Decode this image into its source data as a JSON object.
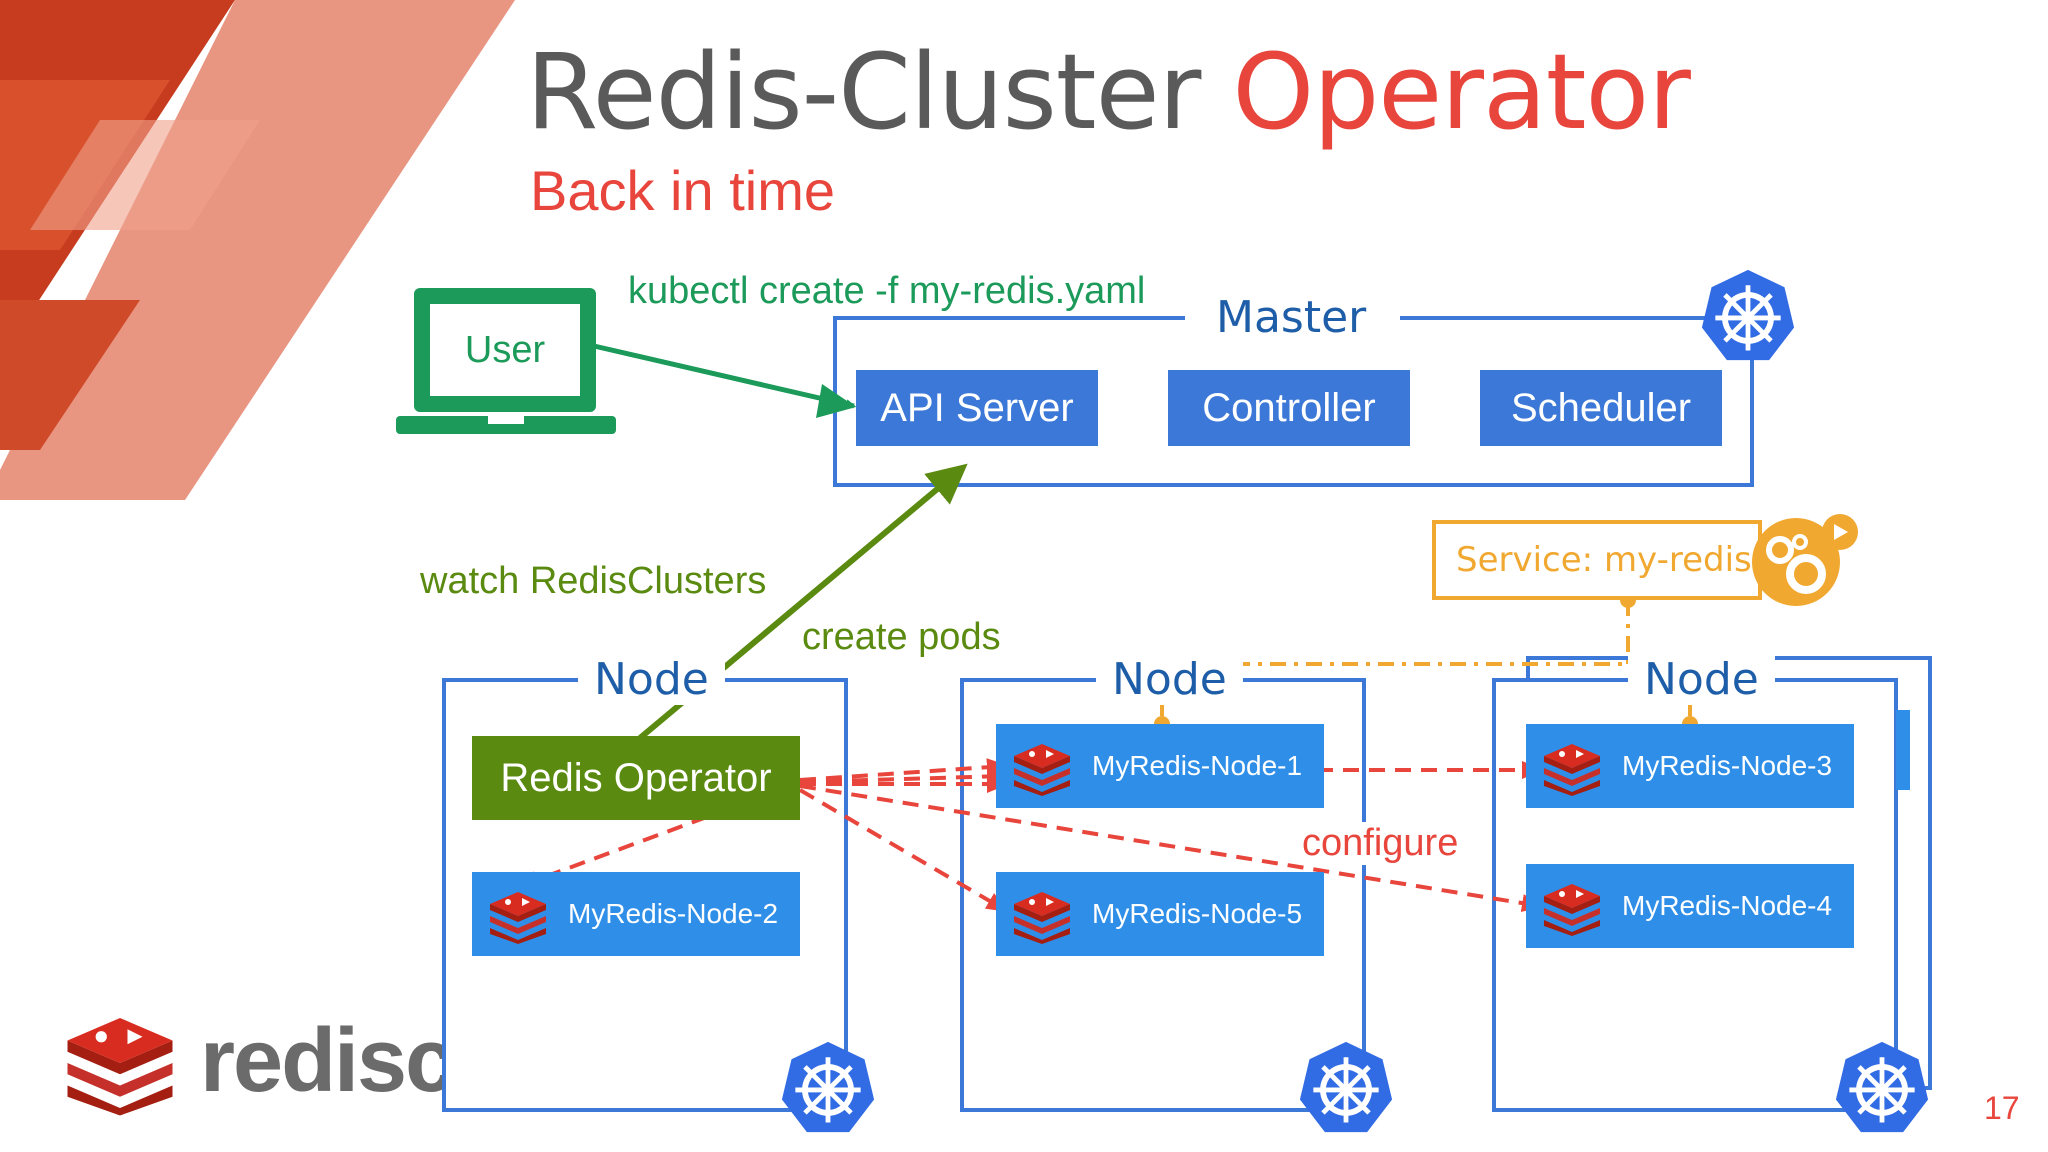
{
  "slide": {
    "title_main": "Redis-Cluster",
    "title_accent": "Operator",
    "subtitle": "Back in time",
    "page_number": "17"
  },
  "logo": {
    "brand_text": "redisco"
  },
  "user": {
    "label": "User"
  },
  "edges": {
    "kubectl_command": "kubectl create -f my-redis.yaml",
    "watch_label": "watch RedisClusters",
    "create_pods_label": "create pods",
    "configure_label": "configure"
  },
  "master": {
    "label": "Master",
    "components": [
      "API Server",
      "Controller",
      "Scheduler"
    ]
  },
  "service": {
    "label_prefix": "Service:",
    "label_name": "my-redis"
  },
  "nodes": [
    {
      "label": "Node",
      "operator_label": "Redis Operator",
      "pods": [
        "MyRedis-Node-2"
      ]
    },
    {
      "label": "Node",
      "pods": [
        "MyRedis-Node-1",
        "MyRedis-Node-5"
      ]
    },
    {
      "label": "Node",
      "pods": [
        "MyRedis-Node-3",
        "MyRedis-Node-4"
      ]
    }
  ],
  "colors": {
    "accent_red": "#e8453c",
    "k8s_blue": "#326ce5",
    "box_blue": "#3c78d8",
    "pod_blue": "#2f8fe8",
    "operator_green": "#5a8a10",
    "user_green": "#1b9a5a",
    "service_orange": "#f0a830"
  },
  "icons": [
    "kubernetes-helm-icon",
    "laptop-icon",
    "redis-stack-icon",
    "gears-icon"
  ]
}
